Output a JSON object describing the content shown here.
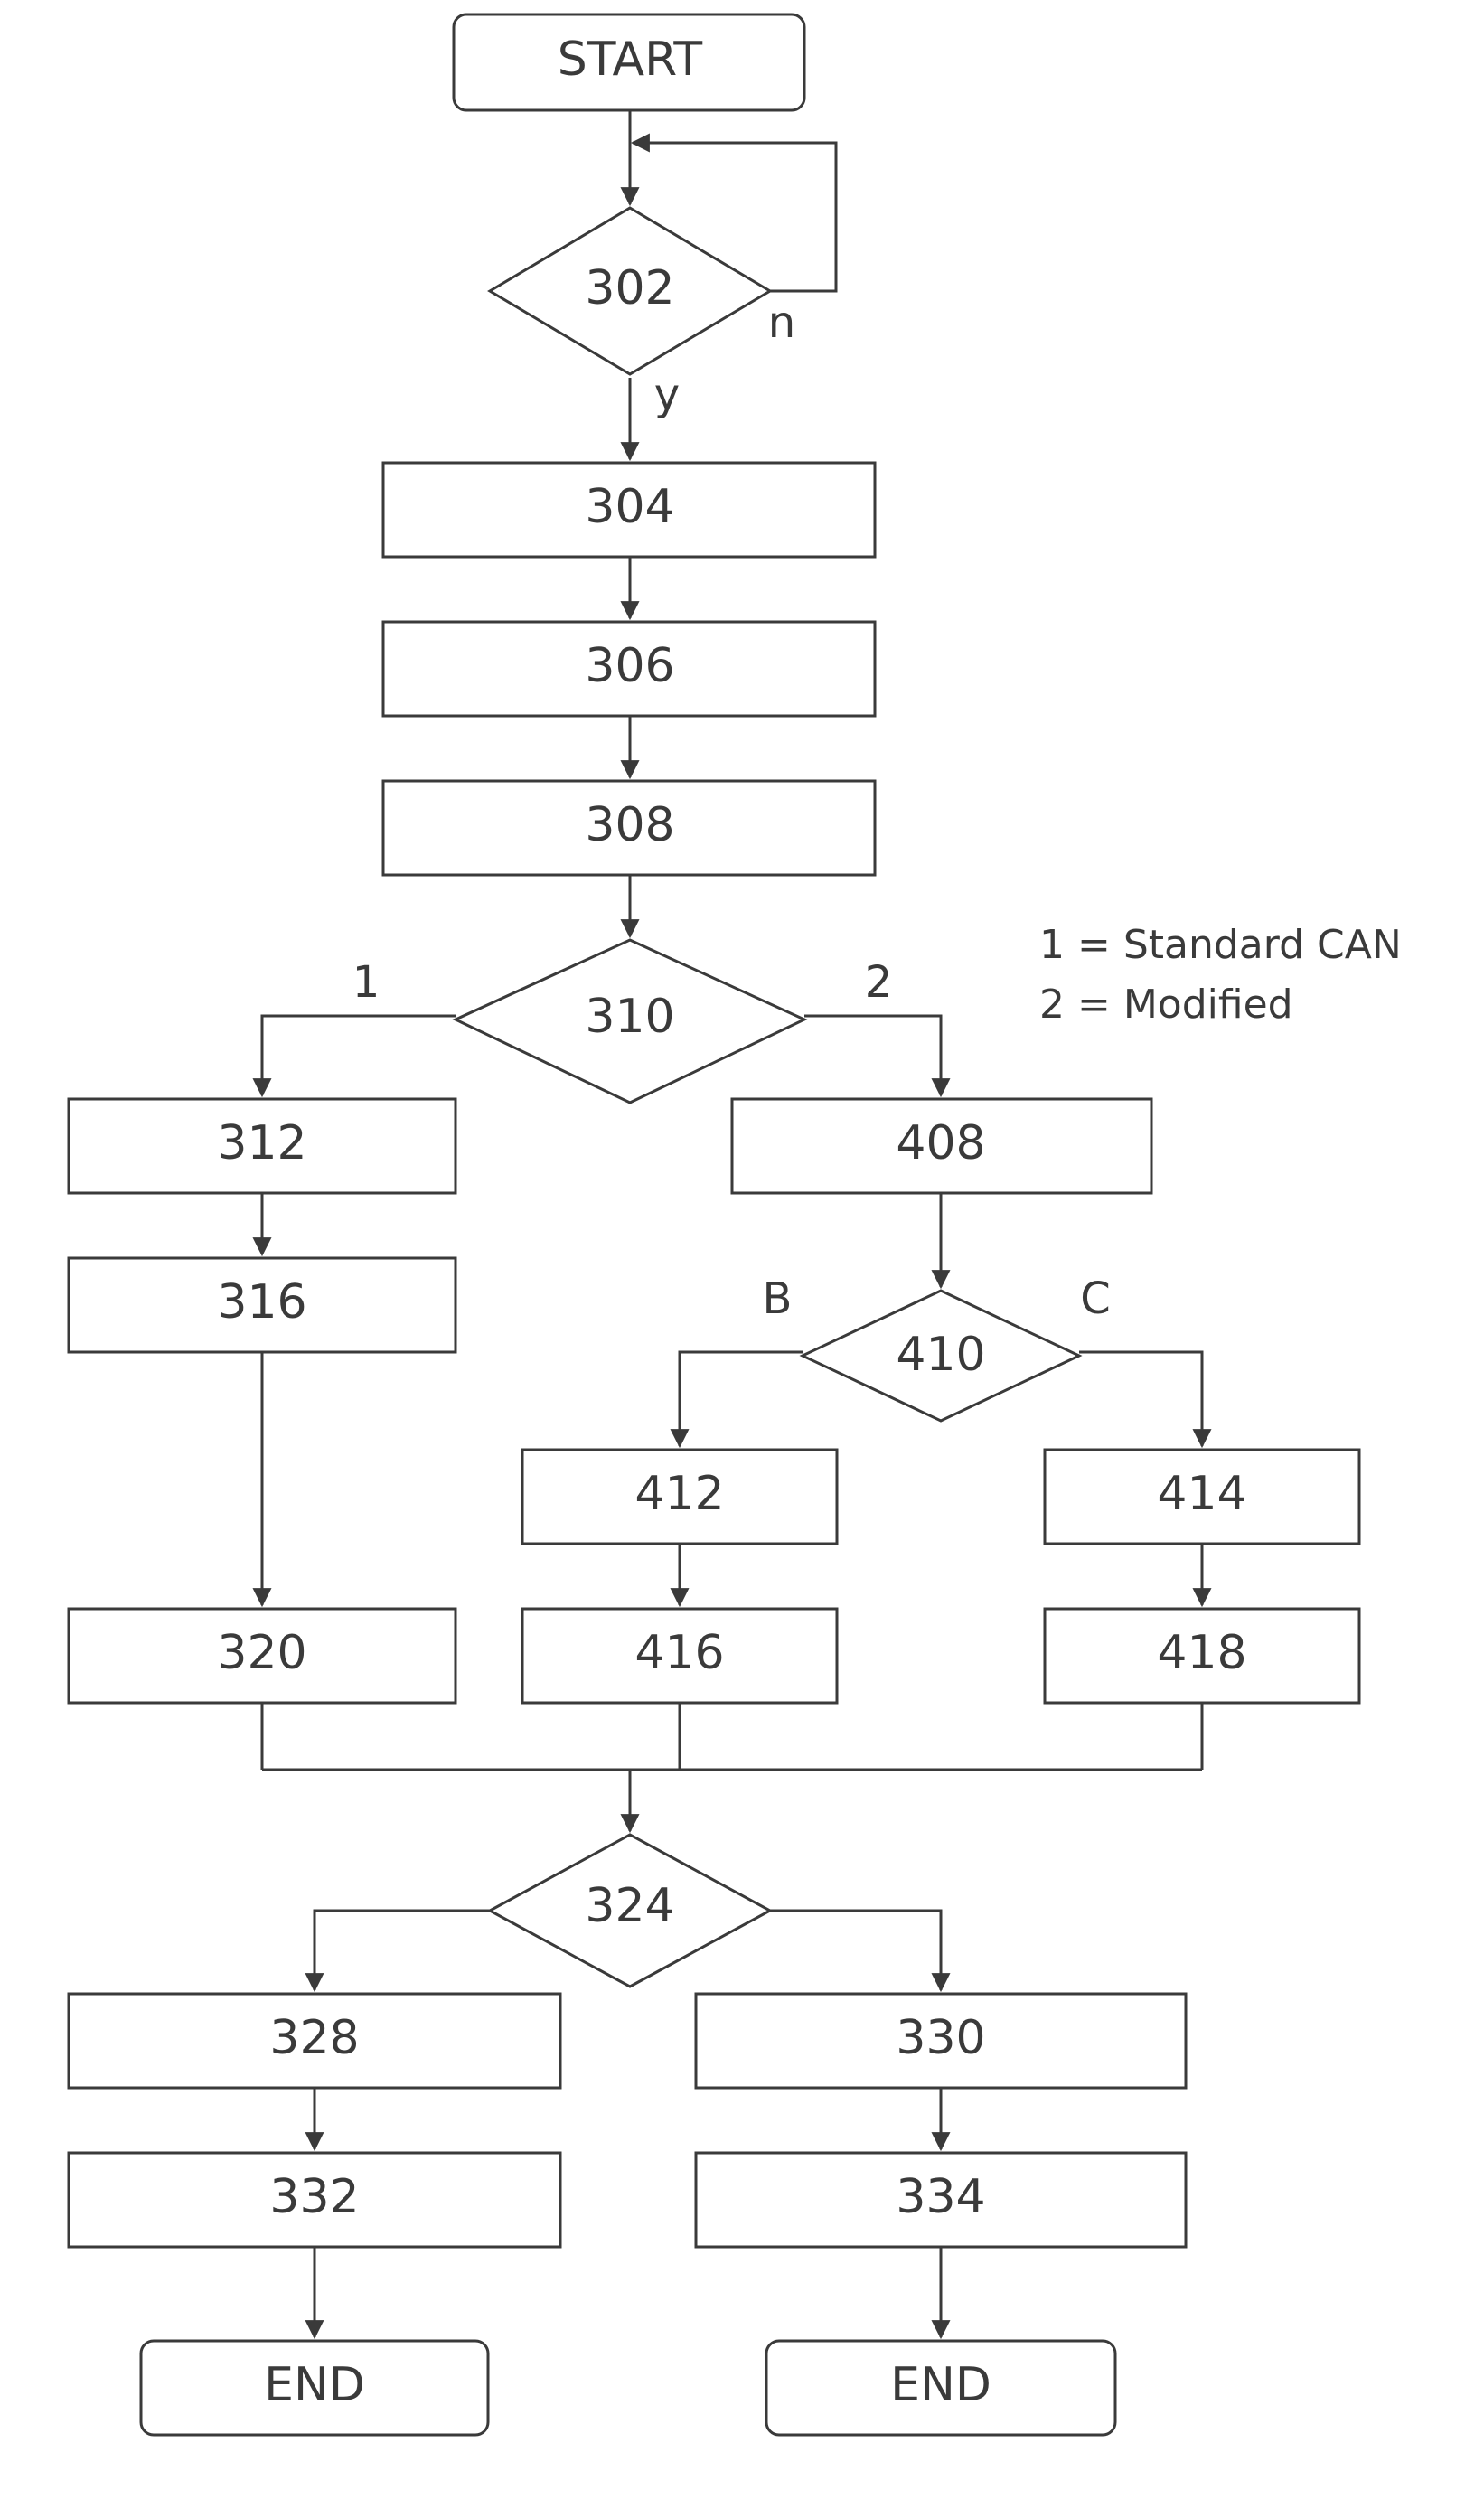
{
  "nodes": {
    "start": "START",
    "n302": "302",
    "n304": "304",
    "n306": "306",
    "n308": "308",
    "n310": "310",
    "n312": "312",
    "n316": "316",
    "n320": "320",
    "n408": "408",
    "n410": "410",
    "n412": "412",
    "n414": "414",
    "n416": "416",
    "n418": "418",
    "n324": "324",
    "n328": "328",
    "n330": "330",
    "n332": "332",
    "n334": "334",
    "end_left": "END",
    "end_right": "END"
  },
  "edge_labels": {
    "n": "n",
    "y": "y",
    "one": "1",
    "two": "2",
    "b": "B",
    "c": "C"
  },
  "legend": {
    "line1": "1 = Standard CAN",
    "line2": "2 = Modified"
  }
}
